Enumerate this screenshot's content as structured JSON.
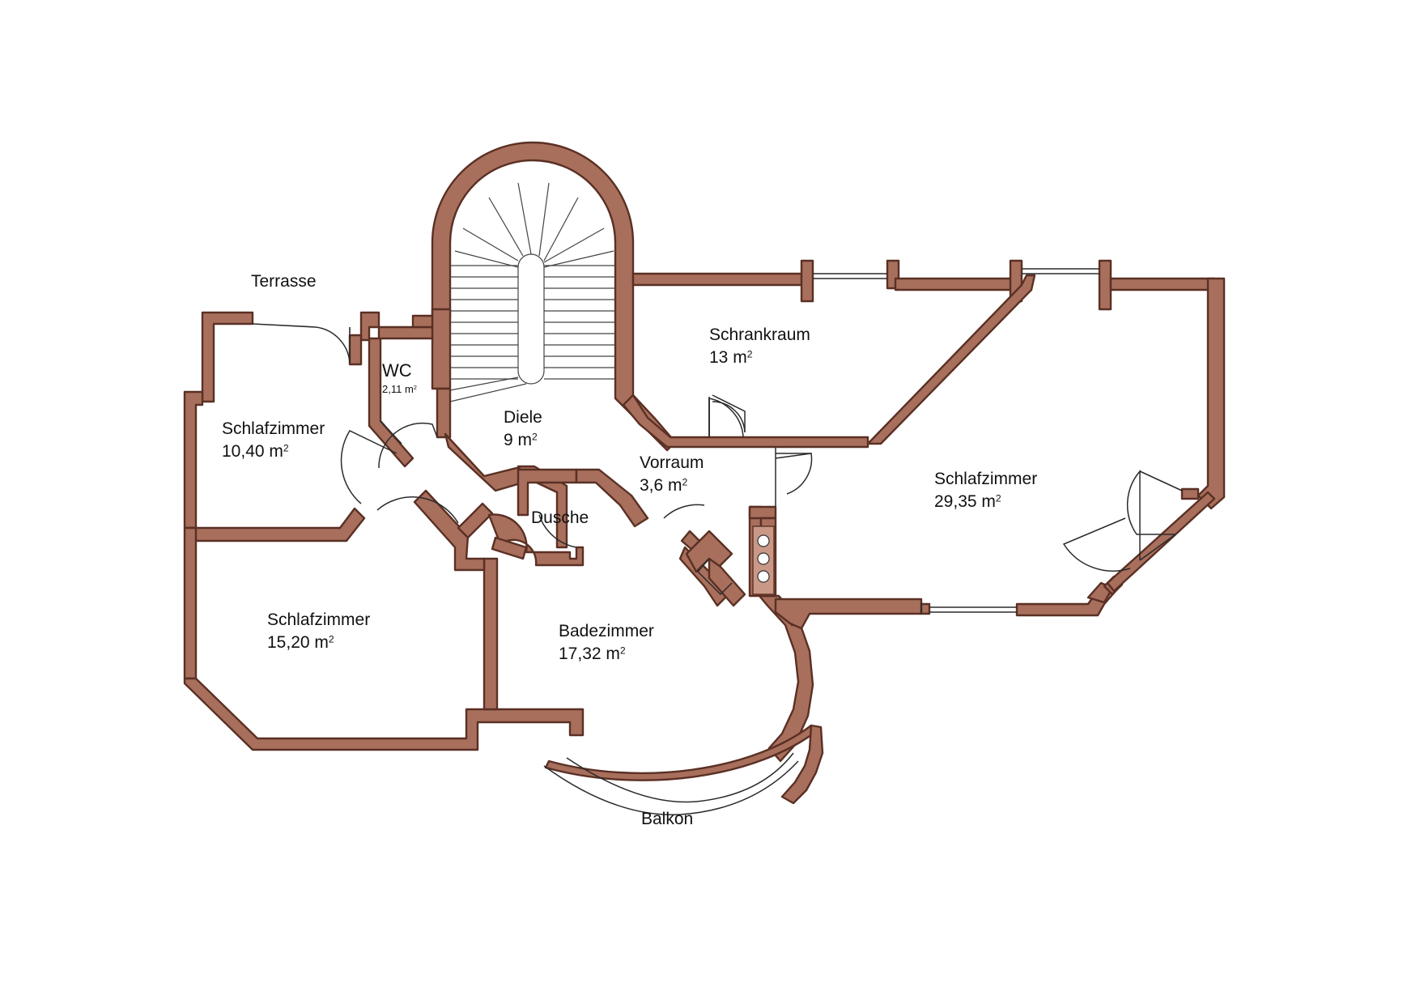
{
  "rooms": {
    "terrasse": {
      "name": "Terrasse"
    },
    "wc": {
      "name": "WC",
      "area": "2,11 m",
      "unit_exp": "2"
    },
    "diele": {
      "name": "Diele",
      "area": "9 m",
      "unit_exp": "2"
    },
    "schrankraum": {
      "name": "Schrankraum",
      "area": "13 m",
      "unit_exp": "2"
    },
    "vorraum": {
      "name": "Vorraum",
      "area": "3,6 m",
      "unit_exp": "2"
    },
    "schlafzimmer_1": {
      "name": "Schlafzimmer",
      "area": "10,40 m",
      "unit_exp": "2"
    },
    "schlafzimmer_2": {
      "name": "Schlafzimmer",
      "area": "29,35 m",
      "unit_exp": "2"
    },
    "schlafzimmer_3": {
      "name": "Schlafzimmer",
      "area": "15,20 m",
      "unit_exp": "2"
    },
    "dusche": {
      "name": "Dusche"
    },
    "badezimmer": {
      "name": "Badezimmer",
      "area": "17,32 m",
      "unit_exp": "2"
    },
    "balkon": {
      "name": "Balkon"
    }
  },
  "colors": {
    "wall": "#a86f5c",
    "wall_outline": "#5a3024",
    "line": "#2b2b2b",
    "background": "#ffffff"
  }
}
